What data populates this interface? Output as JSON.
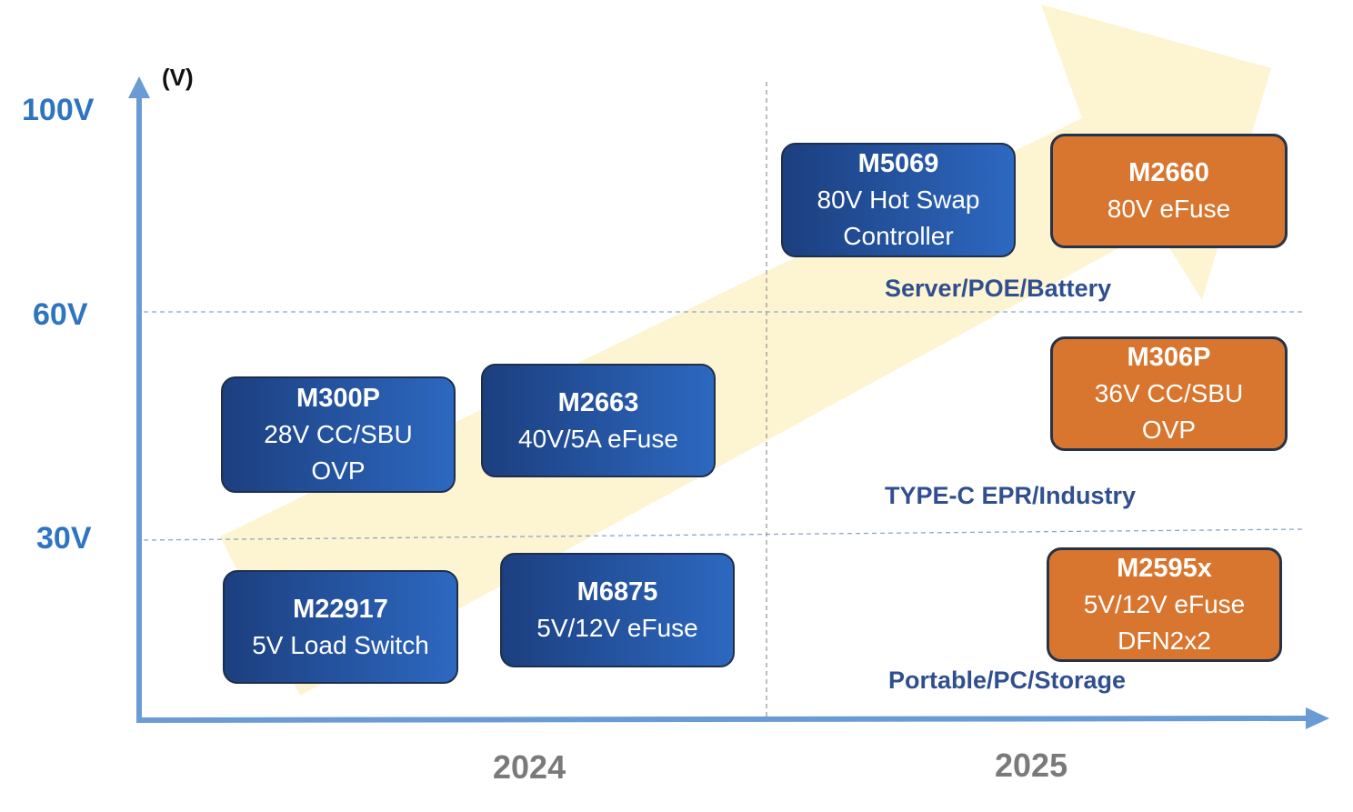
{
  "unit_label": "(V)",
  "y_levels": [
    "100V",
    "60V",
    "30V"
  ],
  "x_periods": [
    "2024",
    "2025"
  ],
  "segments": {
    "server": "Server/POE/Battery",
    "typec": "TYPE-C EPR/Industry",
    "portable": "Portable/PC/Storage"
  },
  "products": {
    "m300p": {
      "name": "M300P",
      "line1": "28V CC/SBU",
      "line2": "OVP"
    },
    "m2663": {
      "name": "M2663",
      "line1": "40V/5A eFuse"
    },
    "m22917": {
      "name": "M22917",
      "line1": "5V Load Switch"
    },
    "m6875": {
      "name": "M6875",
      "line1": "5V/12V eFuse"
    },
    "m5069": {
      "name": "M5069",
      "line1": "80V Hot Swap",
      "line2": "Controller"
    },
    "m2660": {
      "name": "M2660",
      "line1": "80V eFuse"
    },
    "m306p": {
      "name": "M306P",
      "line1": "36V CC/SBU",
      "line2": "OVP"
    },
    "m2595x": {
      "name": "M2595x",
      "line1": "5V/12V eFuse",
      "line2": "DFN2x2"
    }
  },
  "colors": {
    "axis": "#6a9bd4",
    "arrow_fill": "#fdf3cf",
    "blue_box": "#2d68c0",
    "orange_box": "#d8762f",
    "gridline": "#8aa6c8"
  }
}
